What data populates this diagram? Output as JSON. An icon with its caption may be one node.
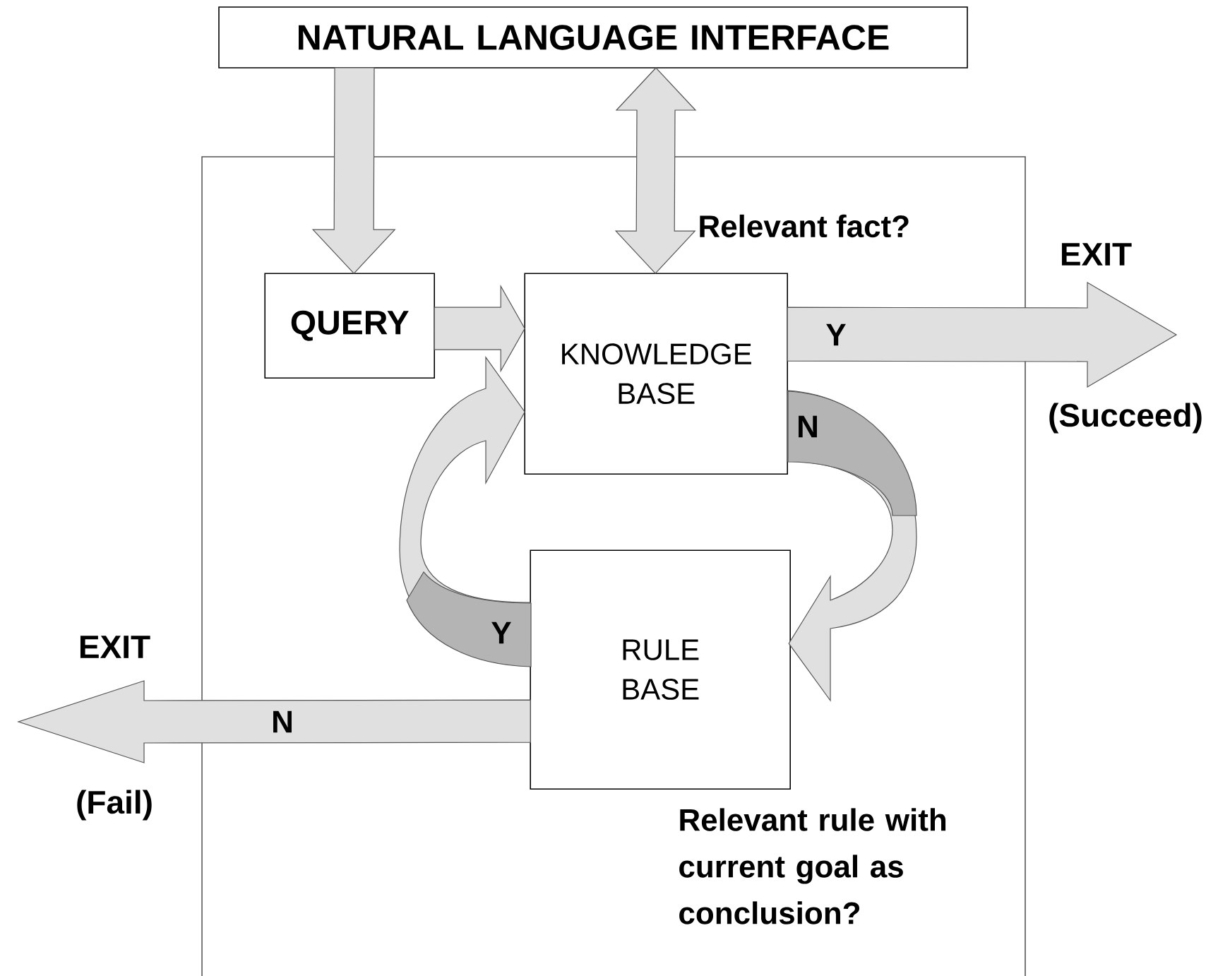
{
  "diagram": {
    "nodes": [
      {
        "text": [
          "NATURAL LANGUAGE INTERFACE"
        ]
      },
      {
        "text": [],
        "shape": "box"
      },
      {
        "text": [
          "QUERY"
        ],
        "in": 1
      },
      {
        "text": [
          "KNOWLEDGE BASE"
        ],
        "in": 1
      },
      {
        "text": [
          "RULE BASE"
        ],
        "in": 1
      }
    ],
    "edges": [
      {
        "from": 0,
        "to": 2,
        "arrow": "to"
      },
      {
        "from": 0,
        "to": 3,
        "arrow": "both",
        "label": "Relevant fact?"
      },
      {
        "from": 2,
        "to": 3,
        "arrow": "to"
      },
      {
        "from": 3,
        "to": null,
        "arrow": "to",
        "label": "Y"
      },
      {
        "from": 3,
        "to": 4,
        "arrow": "to",
        "label": "N"
      },
      {
        "from": 4,
        "to": 3,
        "arrow": "to",
        "label": "Y"
      },
      {
        "from": 4,
        "to": null,
        "arrow": "to",
        "label": "N"
      }
    ],
    "labels": [
      "EXIT",
      "(Succeed)",
      "EXIT",
      "(Fail)",
      "Relevant rule with current goal as conclusion?"
    ]
  }
}
